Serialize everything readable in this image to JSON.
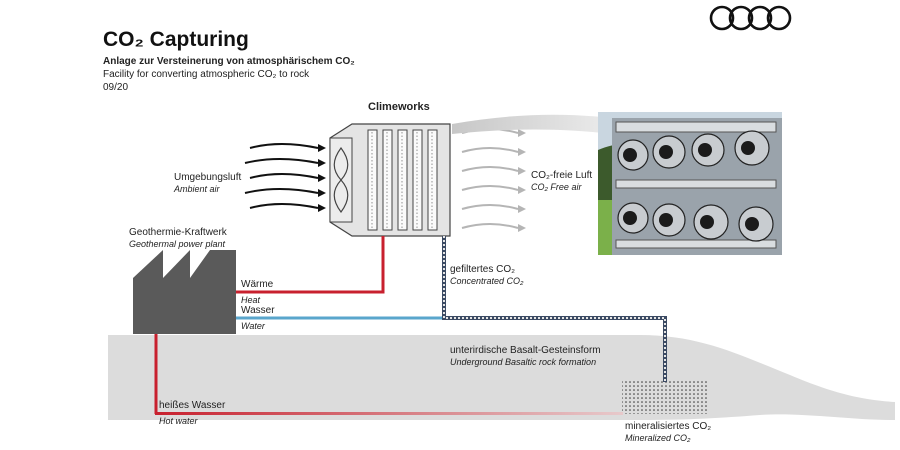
{
  "header": {
    "title": "CO₂ Capturing",
    "subtitle_de": "Anlage zur Versteinerung von atmosphärischem CO₂",
    "subtitle_en": "Facility for converting atmospheric CO₂ to rock",
    "date": "09/20"
  },
  "diagram": {
    "climeworks": "Climeworks",
    "ambient_de": "Umgebungsluft",
    "ambient_en": "Ambient air",
    "co2free_de": "CO₂-freie Luft",
    "co2free_en": "CO₂ Free air",
    "geo_de": "Geothermie-Kraftwerk",
    "geo_en": "Geothermal power plant",
    "heat_de": "Wärme",
    "heat_en": "Heat",
    "water_de": "Wasser",
    "water_en": "Water",
    "filtered_de": "gefiltertes CO₂",
    "filtered_en": "Concentrated CO₂",
    "basalt_de": "unterirdische Basalt-Gesteinsform",
    "basalt_en": "Underground Basaltic rock formation",
    "hotwater_de": "heißes Wasser",
    "hotwater_en": "Hot water",
    "mineral_de": "mineralisiertes CO₂",
    "mineral_en": "Mineralized CO₂"
  },
  "colors": {
    "heat_pipe": "#c8202e",
    "water_pipe": "#5aa6cc",
    "co2_pipe": "#3b4a63",
    "ground": "#dcdcdc",
    "factory": "#5a5a5a"
  }
}
